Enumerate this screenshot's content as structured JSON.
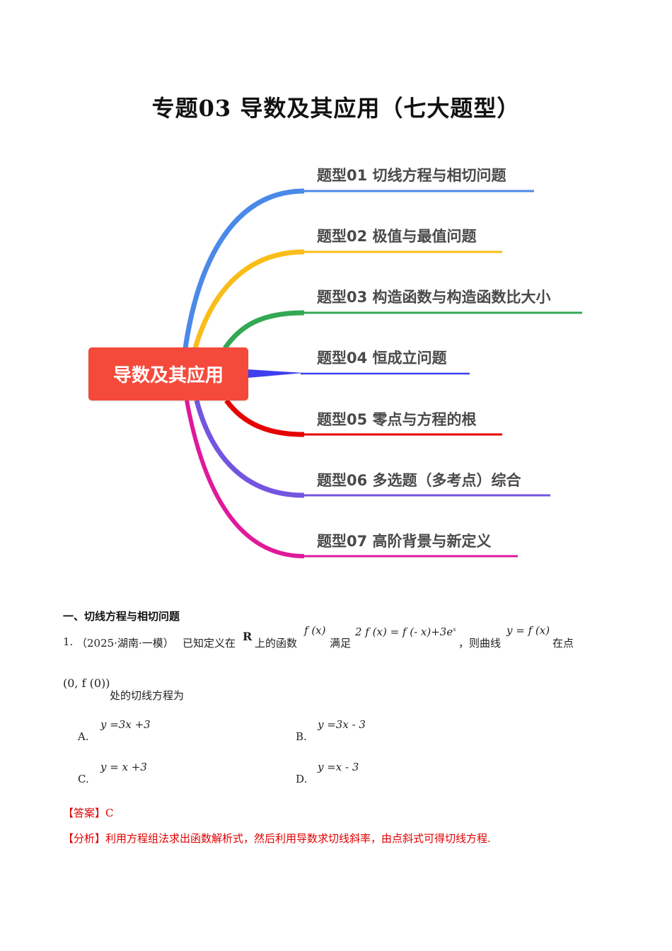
{
  "document": {
    "title": "专题03 导数及其应用（七大题型）"
  },
  "mindmap": {
    "root": {
      "label": "导数及其应用",
      "color": "#f44a3c"
    },
    "branches": [
      {
        "label": "题型01 切线方程与相切问题",
        "color": "#4a89e8"
      },
      {
        "label": "题型02 极值与最值问题",
        "color": "#f9bd1a"
      },
      {
        "label": "题型03 构造函数与构造函数比大小",
        "color": "#34a853"
      },
      {
        "label": "题型04 恒成立问题",
        "color": "#3f3ff0"
      },
      {
        "label": "题型05 零点与方程的根",
        "color": "#e60000"
      },
      {
        "label": "题型06 多选题（多考点）综合",
        "color": "#7355e0"
      },
      {
        "label": "题型07 高阶背景与新定义",
        "color": "#e0199a"
      }
    ]
  },
  "section": {
    "heading": "一、切线方程与相切问题"
  },
  "question": {
    "number": "1.",
    "source": "（2025·湖南·一模）",
    "text_1": "已知定义在",
    "set_R": "R",
    "text_2": "上的函数",
    "fx": "f (x)",
    "text_3": "满足",
    "equation": "2 f (x) = f (- x)+3e",
    "equation_exp": "x",
    "text_4": "，则曲线",
    "curve": "y = f (x)",
    "text_5": "在点",
    "point": "(0, f (0))",
    "text_6": "处的切线方程为",
    "options": [
      {
        "letter": "A.",
        "expr": "y =3x +3"
      },
      {
        "letter": "B.",
        "expr": "y =3x - 3"
      },
      {
        "letter": "C.",
        "expr": "y = x +3"
      },
      {
        "letter": "D.",
        "expr": "y =x - 3"
      }
    ]
  },
  "answer": {
    "label": "【答案】",
    "value": "C"
  },
  "analysis": {
    "label": "【分析】",
    "text": "利用方程组法求出函数解析式，然后利用导数求切线斜率，由点斜式可得切线方程."
  }
}
